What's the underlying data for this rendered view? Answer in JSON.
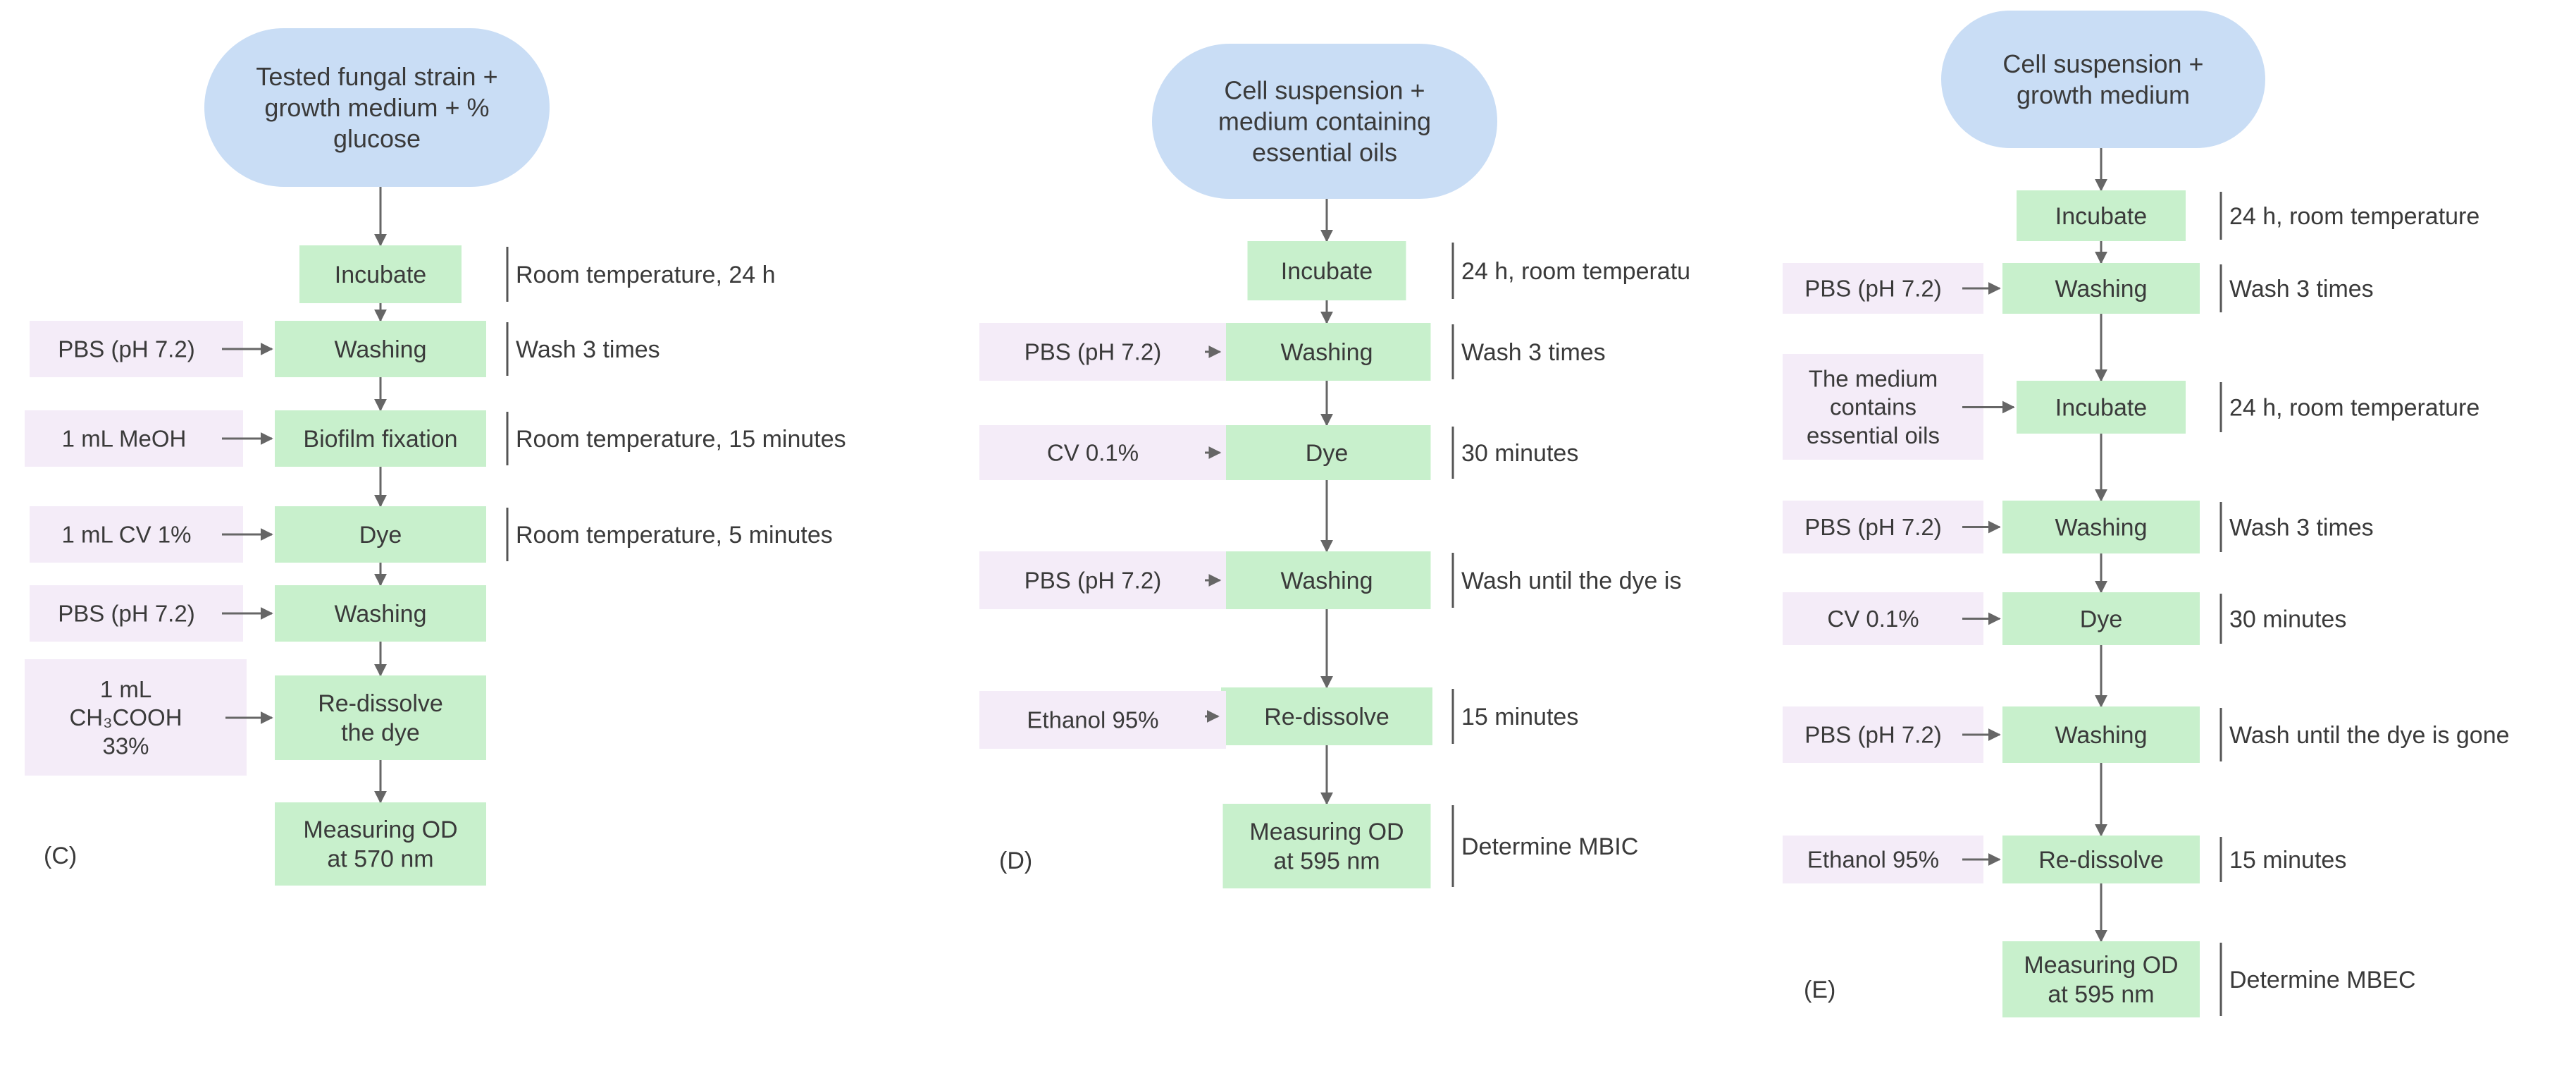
{
  "colors": {
    "start": "#c9ddf5",
    "step": "#c8f0cc",
    "input": "#f4ecf8",
    "line": "#666666",
    "text": "#3a3a3a"
  },
  "panels": [
    {
      "id": "C",
      "label": "(C)",
      "start": [
        "Tested fungal strain +",
        "growth medium + %",
        "glucose"
      ],
      "steps": [
        {
          "text": [
            "Incubate"
          ],
          "input": null,
          "note": "Room temperature, 24 h"
        },
        {
          "text": [
            "Washing"
          ],
          "input": [
            "PBS (pH 7.2)"
          ],
          "note": "Wash 3 times"
        },
        {
          "text": [
            "Biofilm fixation"
          ],
          "input": [
            "1 mL MeOH"
          ],
          "note": "Room temperature, 15 minutes"
        },
        {
          "text": [
            "Dye"
          ],
          "input": [
            "1 mL CV 1%"
          ],
          "note": "Room temperature, 5 minutes"
        },
        {
          "text": [
            "Washing"
          ],
          "input": [
            "PBS (pH 7.2)"
          ],
          "note": null
        },
        {
          "text": [
            "Re-dissolve",
            "the dye"
          ],
          "input": [
            "1 mL",
            "CH₃COOH",
            "33%"
          ],
          "note": null
        },
        {
          "text": [
            "Measuring OD",
            "at 570 nm"
          ],
          "input": null,
          "note": null
        }
      ]
    },
    {
      "id": "D",
      "label": "(D)",
      "start": [
        "Cell suspension +",
        "medium containing",
        "essential oils"
      ],
      "steps": [
        {
          "text": [
            "Incubate"
          ],
          "input": null,
          "note": "24 h, room temperatu"
        },
        {
          "text": [
            "Washing"
          ],
          "input": [
            "PBS (pH 7.2)"
          ],
          "note": "Wash 3 times"
        },
        {
          "text": [
            "Dye"
          ],
          "input": [
            "CV 0.1%"
          ],
          "note": "30 minutes"
        },
        {
          "text": [
            "Washing"
          ],
          "input": [
            "PBS (pH 7.2)"
          ],
          "note": "Wash until the dye is"
        },
        {
          "text": [
            "Re-dissolve"
          ],
          "input": [
            "Ethanol 95%"
          ],
          "note": "15 minutes"
        },
        {
          "text": [
            "Measuring OD",
            "at 595 nm"
          ],
          "input": null,
          "note": "Determine MBIC"
        }
      ]
    },
    {
      "id": "E",
      "label": "(E)",
      "start": [
        "Cell suspension +",
        "growth medium"
      ],
      "steps": [
        {
          "text": [
            "Incubate"
          ],
          "input": null,
          "note": "24 h, room temperature"
        },
        {
          "text": [
            "Washing"
          ],
          "input": [
            "PBS (pH 7.2)"
          ],
          "note": "Wash 3 times"
        },
        {
          "text": [
            "Incubate"
          ],
          "input": [
            "The medium",
            "contains",
            "essential oils"
          ],
          "note": "24 h, room temperature"
        },
        {
          "text": [
            "Washing"
          ],
          "input": [
            "PBS (pH 7.2)"
          ],
          "note": "Wash 3 times"
        },
        {
          "text": [
            "Dye"
          ],
          "input": [
            "CV 0.1%"
          ],
          "note": "30 minutes"
        },
        {
          "text": [
            "Washing"
          ],
          "input": [
            "PBS (pH 7.2)"
          ],
          "note": "Wash until the dye is gone"
        },
        {
          "text": [
            "Re-dissolve"
          ],
          "input": [
            "Ethanol 95%"
          ],
          "note": "15 minutes"
        },
        {
          "text": [
            "Measuring OD",
            "at 595 nm"
          ],
          "input": null,
          "note": "Determine MBEC"
        }
      ]
    }
  ]
}
